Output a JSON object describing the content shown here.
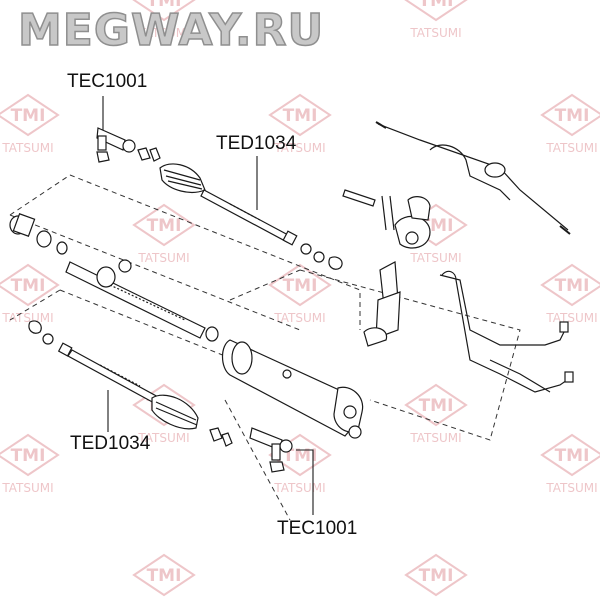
{
  "site_title": "MEGWAY.RU",
  "watermark": {
    "logo_text": "TMI",
    "brand_text": "TATSUMI",
    "color": "#e9b3b8"
  },
  "callouts": [
    {
      "id": "tec-top",
      "text": "TEC1001"
    },
    {
      "id": "ted-top",
      "text": "TED1034"
    },
    {
      "id": "ted-bottom",
      "text": "TED1034"
    },
    {
      "id": "tec-bottom",
      "text": "TEC1001"
    }
  ],
  "colors": {
    "line": "#1a1a1a",
    "part_fill": "#ffffff",
    "shade": "#cfcfcf",
    "title_fill": "#c8c8c8"
  }
}
